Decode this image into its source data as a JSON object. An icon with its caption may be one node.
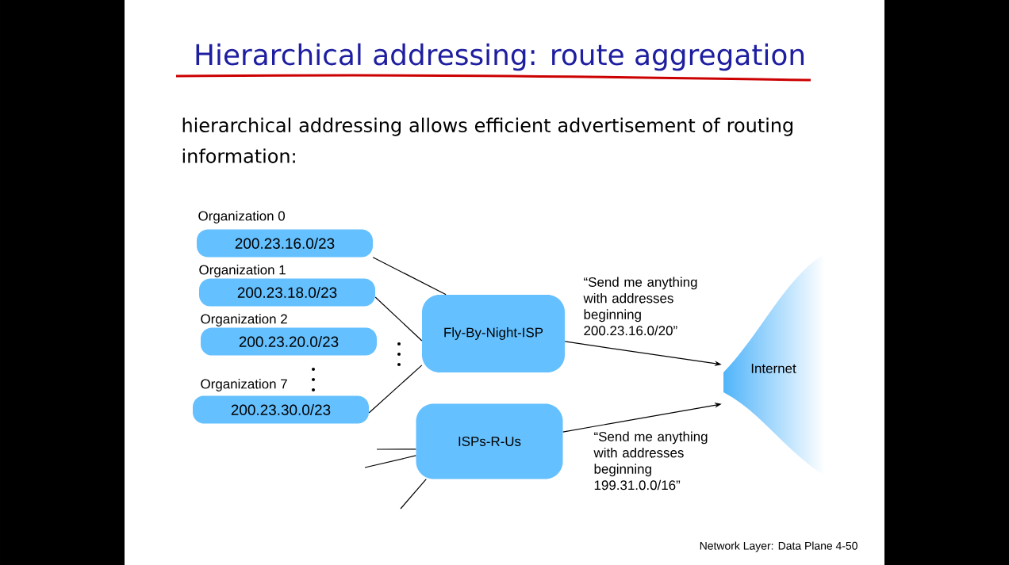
{
  "diagram": {
    "title": "Hierarchical addressing: route aggregation",
    "nodes": [
      {
        "text": [
          "Organization 0",
          "200.23.16.0/23"
        ]
      },
      {
        "text": [
          "Organization 1",
          "200.23.18.0/23"
        ]
      },
      {
        "text": [
          "Organization 2",
          "200.23.20.0/23"
        ]
      },
      {
        "text": [
          "Organization 7",
          "200.23.30.0/23"
        ]
      },
      {
        "text": [
          "Fly-By-Night-ISP"
        ]
      },
      {
        "text": [
          "ISPs-R-Us"
        ]
      },
      {
        "text": [
          "Internet"
        ]
      }
    ],
    "edges": [
      {
        "from": 0,
        "to": 4,
        "arrow": "none"
      },
      {
        "from": 1,
        "to": 4,
        "arrow": "none"
      },
      {
        "from": 3,
        "to": 4,
        "arrow": "none"
      },
      {
        "from": 4,
        "to": 6,
        "arrow": "to",
        "label": "“Send me anything with addresses beginning 200.23.16.0/20”"
      },
      {
        "from": 5,
        "to": 6,
        "arrow": "to",
        "label": "“Send me anything with addresses beginning 199.31.0.0/16”"
      },
      {
        "from": null,
        "to": 5,
        "arrow": "none"
      },
      {
        "from": null,
        "to": 5,
        "arrow": "none"
      },
      {
        "from": null,
        "to": 5,
        "arrow": "none"
      }
    ],
    "labels": [
      "hierarchical addressing allows efficient advertisement of routing information:",
      "Network Layer: Data Plane 4-50"
    ]
  }
}
